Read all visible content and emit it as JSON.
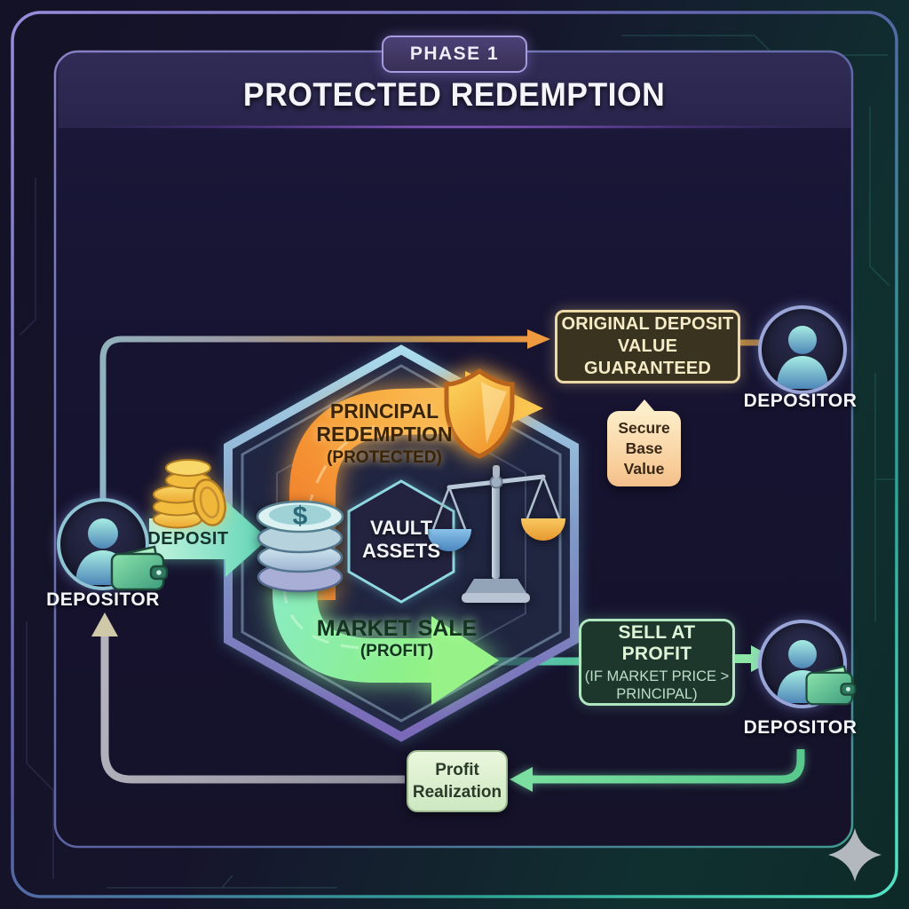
{
  "header": {
    "phase_badge": "PHASE 1",
    "title": "PROTECTED REDEMPTION"
  },
  "actors": {
    "depositor_left": "DEPOSITOR",
    "depositor_top_right": "DEPOSITOR",
    "depositor_bottom_right": "DEPOSITOR"
  },
  "flows": {
    "deposit": "DEPOSIT",
    "principal_line1": "PRINCIPAL",
    "principal_line2": "REDEMPTION",
    "principal_note": "(PROTECTED)",
    "market_line1": "MARKET SALE",
    "market_note": "(PROFIT)"
  },
  "vault": {
    "line1": "VAULT",
    "line2": "ASSETS"
  },
  "boxes": {
    "guarantee_line1": "ORIGINAL DEPOSIT",
    "guarantee_line2": "VALUE GUARANTEED",
    "secure_line1": "Secure",
    "secure_line2": "Base",
    "secure_line3": "Value",
    "sell_title": "SELL AT PROFIT",
    "sell_sub1": "(IF MARKET PRICE >",
    "sell_sub2": "PRINCIPAL)",
    "profit_line1": "Profit",
    "profit_line2": "Realization"
  },
  "icons": {
    "left_actor": "depositor-avatar-icon",
    "wallet": "wallet-icon",
    "coins": "gold-coins-icon",
    "vault_coins": "coin-stack-icon",
    "scales": "balance-scales-icon",
    "shield": "gold-shield-icon",
    "sparkle": "sparkle-icon"
  },
  "colors": {
    "panel_bg": "#171431",
    "frame_purple": "#9a8ede",
    "frame_teal": "#58e8c8",
    "accent_orange": "#f8a83c",
    "accent_green": "#8cf08a",
    "accent_teal": "#7fe0c8",
    "gold": "#f5c544",
    "guarantee_bg": "#3a331f",
    "guarantee_border": "#ecd9a6",
    "secure_bg": "#f8cf9c",
    "sell_bg": "#1e3b2d",
    "profit_bg": "#d9eecd"
  }
}
